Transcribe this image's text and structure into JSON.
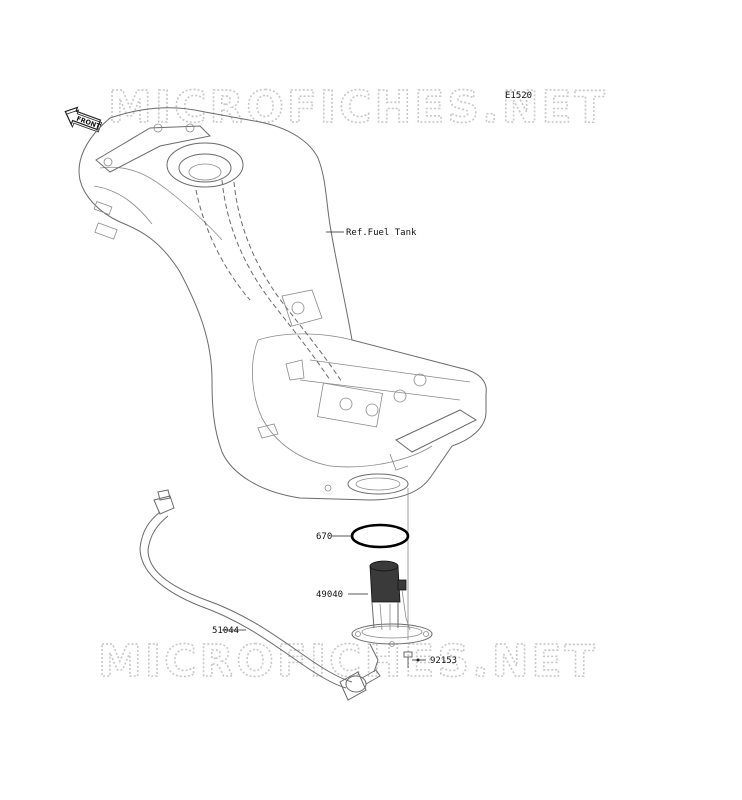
{
  "diagram": {
    "code": "E1520",
    "front_label": "FRONT",
    "watermark_top": "MICROFICHES.NET",
    "watermark_bottom": "MICROFICHES.NET",
    "parts": [
      {
        "id": "ref-fuel-tank",
        "label": "Ref.Fuel Tank"
      },
      {
        "id": "o-ring",
        "label": "670"
      },
      {
        "id": "fuel-pump",
        "label": "49040"
      },
      {
        "id": "hose",
        "label": "51044"
      },
      {
        "id": "bolt",
        "label": "92153"
      }
    ]
  }
}
